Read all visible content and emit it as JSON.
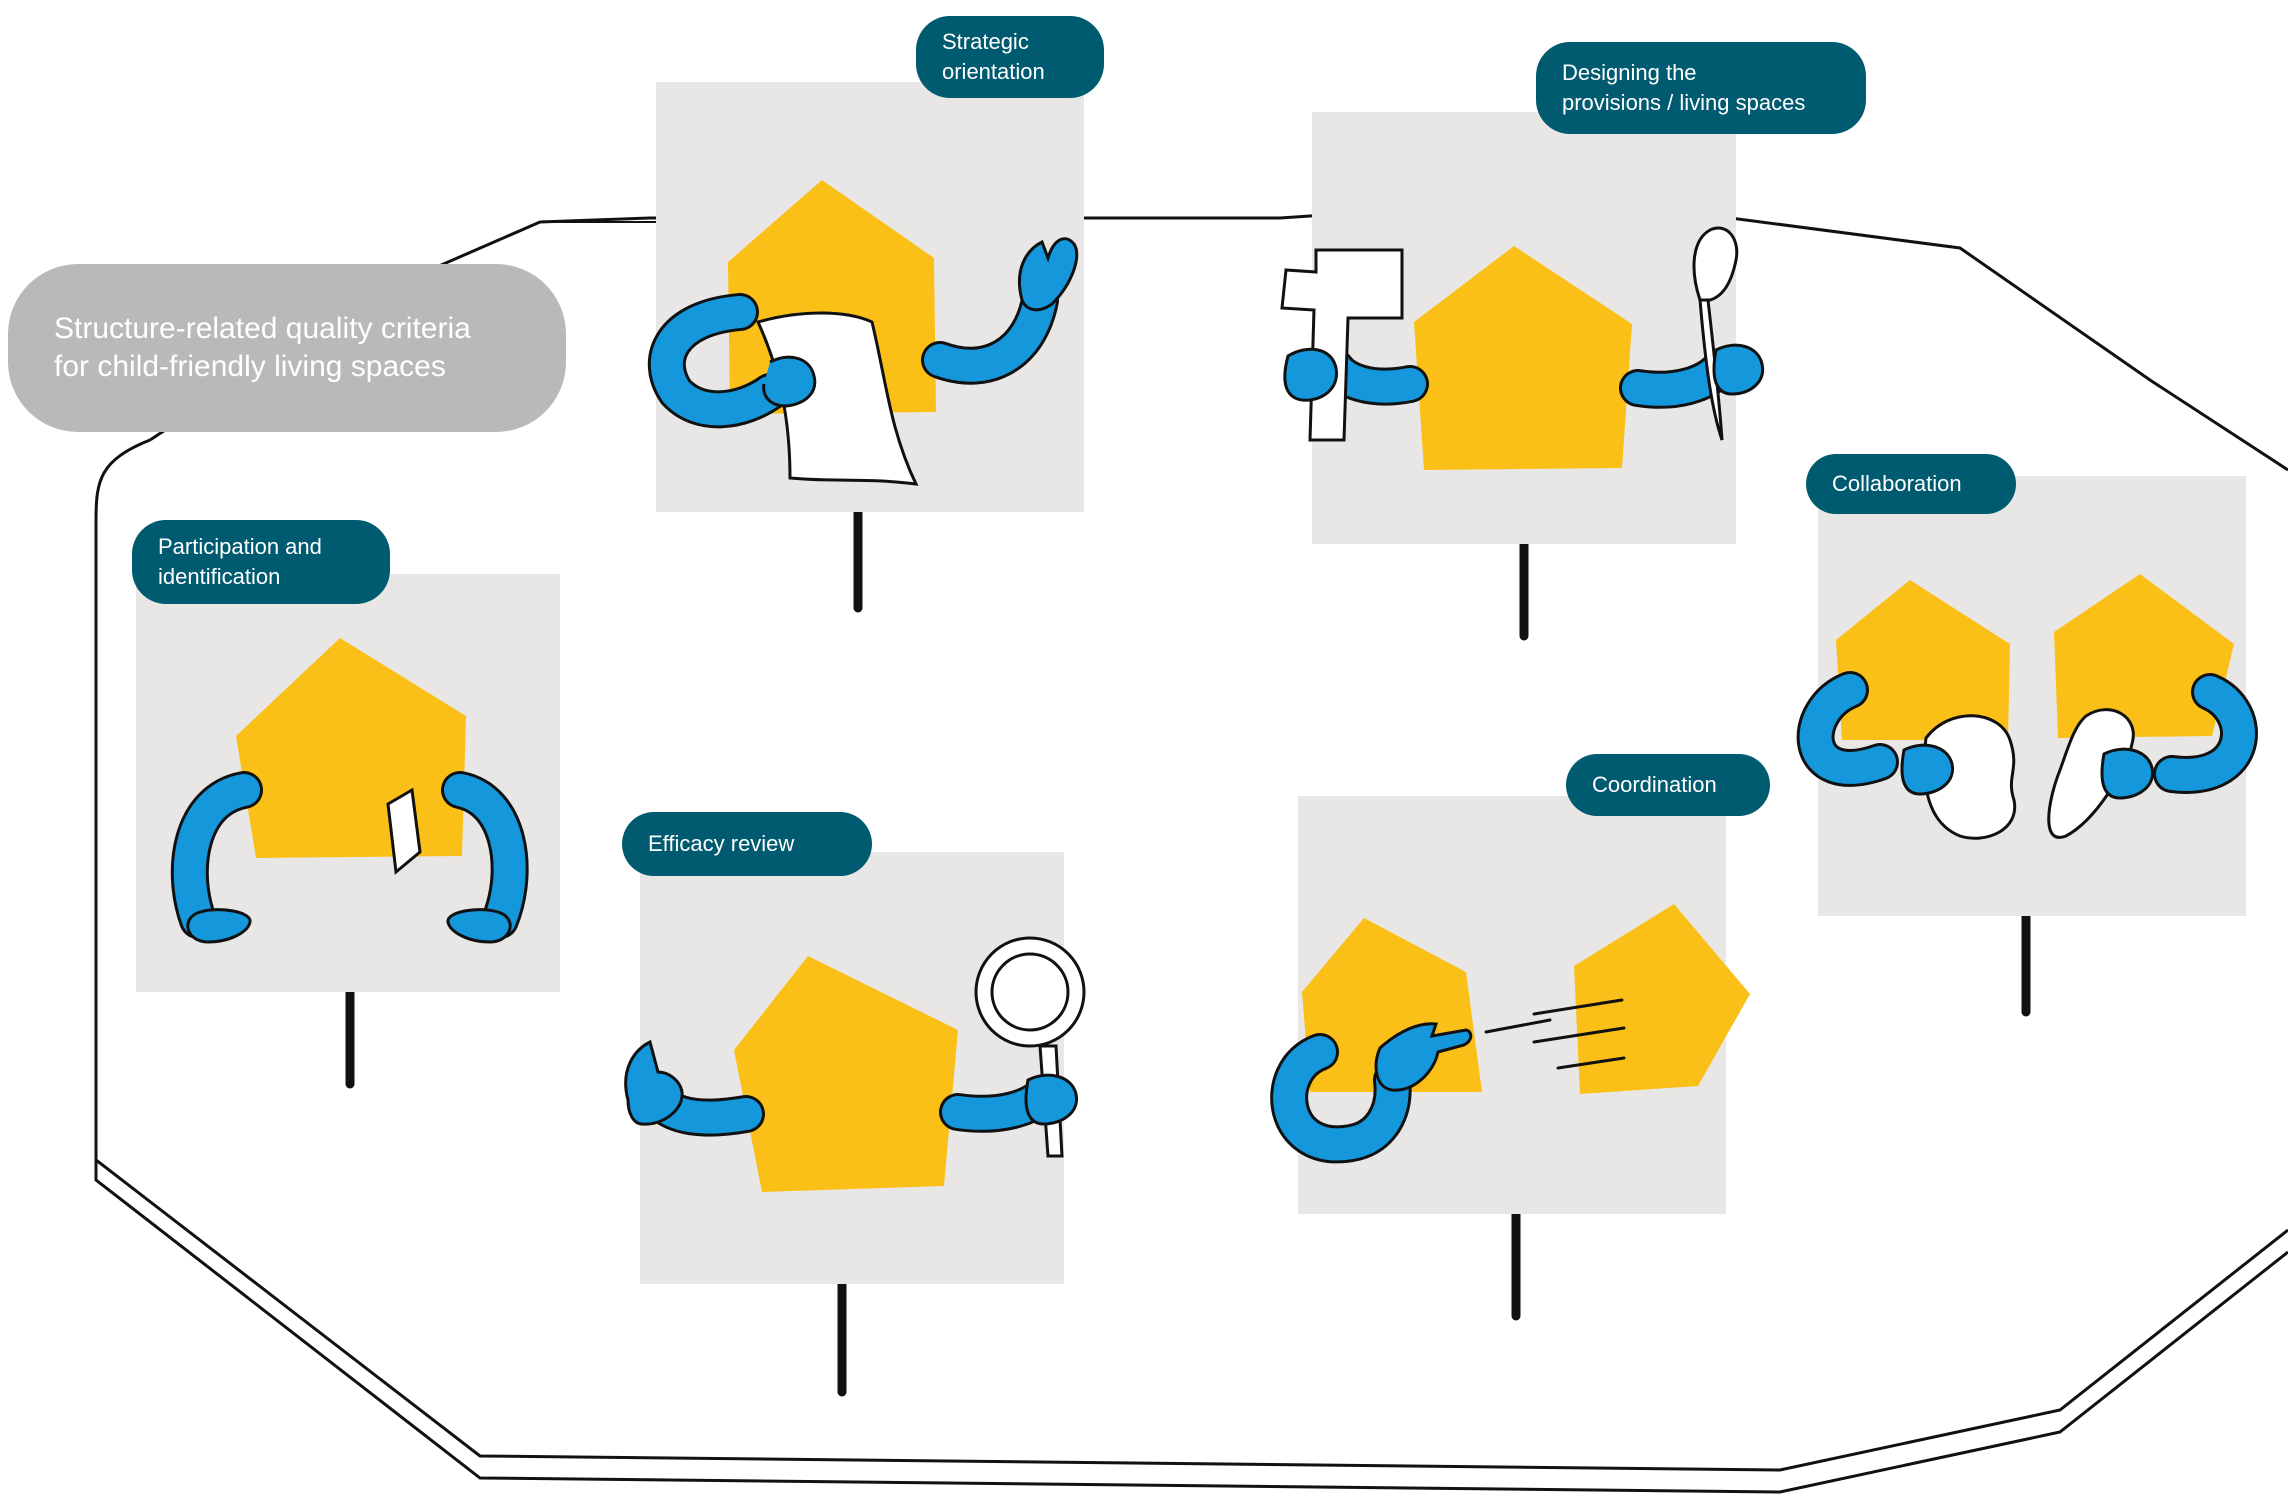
{
  "title": {
    "lines": [
      "Structure-related quality criteria",
      "for child-friendly living spaces"
    ]
  },
  "labels": {
    "strategic": [
      "Strategic",
      "orientation"
    ],
    "designing": [
      "Designing the",
      "provisions / living spaces"
    ],
    "collaboration": [
      "Collaboration"
    ],
    "participation": [
      "Participation and",
      "identification"
    ],
    "efficacy": [
      "Efficacy review"
    ],
    "coordination": [
      "Coordination"
    ]
  },
  "colors": {
    "board": "#e8e7e6",
    "house": "#fbc018",
    "arm": "#1597dc",
    "tag": "#005a70",
    "title_pill": "#b9b9b9",
    "ink": "#111111"
  }
}
